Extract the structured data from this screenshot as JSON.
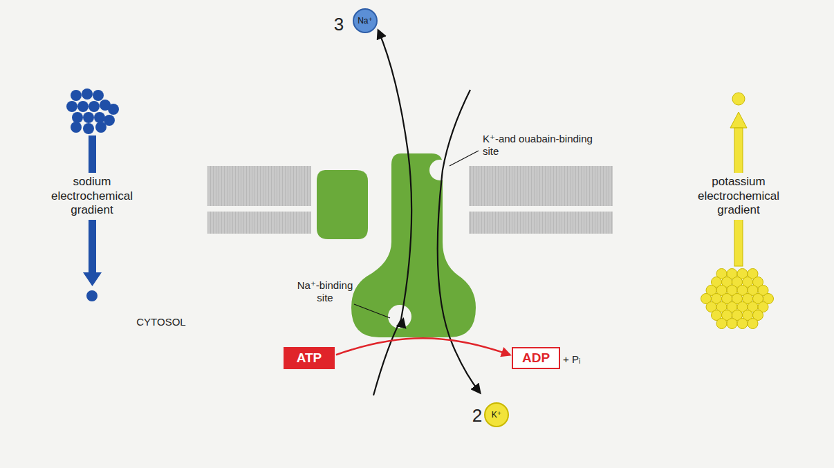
{
  "diagram": {
    "nodes": [
      {
        "text": [
          "Na⁺"
        ]
      },
      {
        "text": [
          "ATP"
        ]
      },
      {
        "text": [
          "ADP"
        ]
      },
      {
        "text": [
          "K⁺"
        ]
      }
    ],
    "edges": [
      {
        "from": 1,
        "to": 2,
        "arrow": "to"
      }
    ],
    "labels": [
      "3",
      "2",
      "sodium electrochemical gradient",
      "potassium electrochemical gradient",
      "K⁺-and ouabain-binding site",
      "Na⁺-binding site",
      "CYTOSOL",
      "+ Pᵢ"
    ]
  }
}
